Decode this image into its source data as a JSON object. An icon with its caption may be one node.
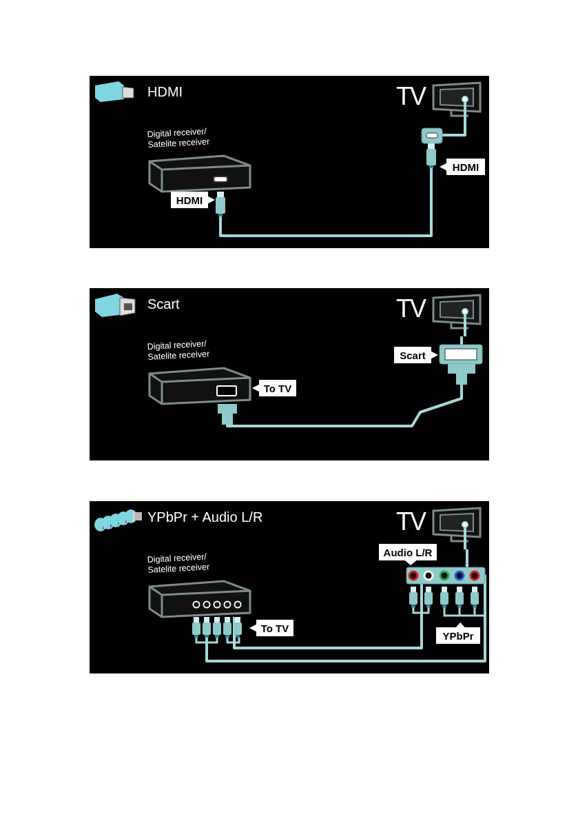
{
  "diagram": {
    "nodes": [
      {
        "text": [
          "HDMI"
        ]
      },
      {
        "text": [
          "Digital receiver/ Satelite receiver"
        ],
        "in": 0
      },
      {
        "text": [
          "TV"
        ],
        "in": 0
      },
      {
        "text": [
          "HDMI"
        ],
        "in": 0
      },
      {
        "text": [
          "HDMI"
        ],
        "in": 0
      },
      {
        "text": [
          "Scart"
        ]
      },
      {
        "text": [
          "Digital receiver/ Satelite receiver"
        ],
        "in": 5
      },
      {
        "text": [
          "TV"
        ],
        "in": 5
      },
      {
        "text": [
          "To TV"
        ],
        "in": 5
      },
      {
        "text": [
          "Scart"
        ],
        "in": 5
      },
      {
        "text": [
          "YPbPr + Audio L/R"
        ]
      },
      {
        "text": [
          "Digital receiver/ Satelite receiver"
        ],
        "in": 10
      },
      {
        "text": [
          "TV"
        ],
        "in": 10
      },
      {
        "text": [
          "Audio L/R"
        ],
        "in": 10
      },
      {
        "text": [
          "To TV"
        ],
        "in": 10
      },
      {
        "text": [
          "YPbPr"
        ],
        "in": 10
      }
    ],
    "edges": [
      {
        "from": 1,
        "to": 2,
        "arrow": "none"
      },
      {
        "from": 6,
        "to": 7,
        "arrow": "none"
      },
      {
        "from": 11,
        "to": 12,
        "arrow": "none"
      },
      {
        "from": 11,
        "to": 12,
        "arrow": "none"
      }
    ]
  }
}
